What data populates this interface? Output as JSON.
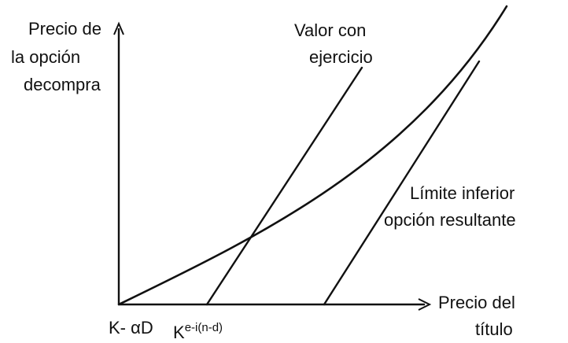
{
  "y_axis_label": [
    "Precio de",
    "la opción",
    "decompra"
  ],
  "x_axis_label": [
    "Precio del",
    "título"
  ],
  "curves": {
    "exercise_value": {
      "label": [
        "Valor  con",
        "ejercicio"
      ]
    },
    "lower_bound": {
      "label": [
        "Límite inferior",
        "opción resultante"
      ]
    }
  },
  "x_ticks": {
    "k_alpha_d": "K- αD",
    "k_discount_base": "K",
    "k_discount_exp": "e-i(n-d)"
  },
  "colors": {
    "ink": "#111111",
    "background": "#ffffff"
  }
}
